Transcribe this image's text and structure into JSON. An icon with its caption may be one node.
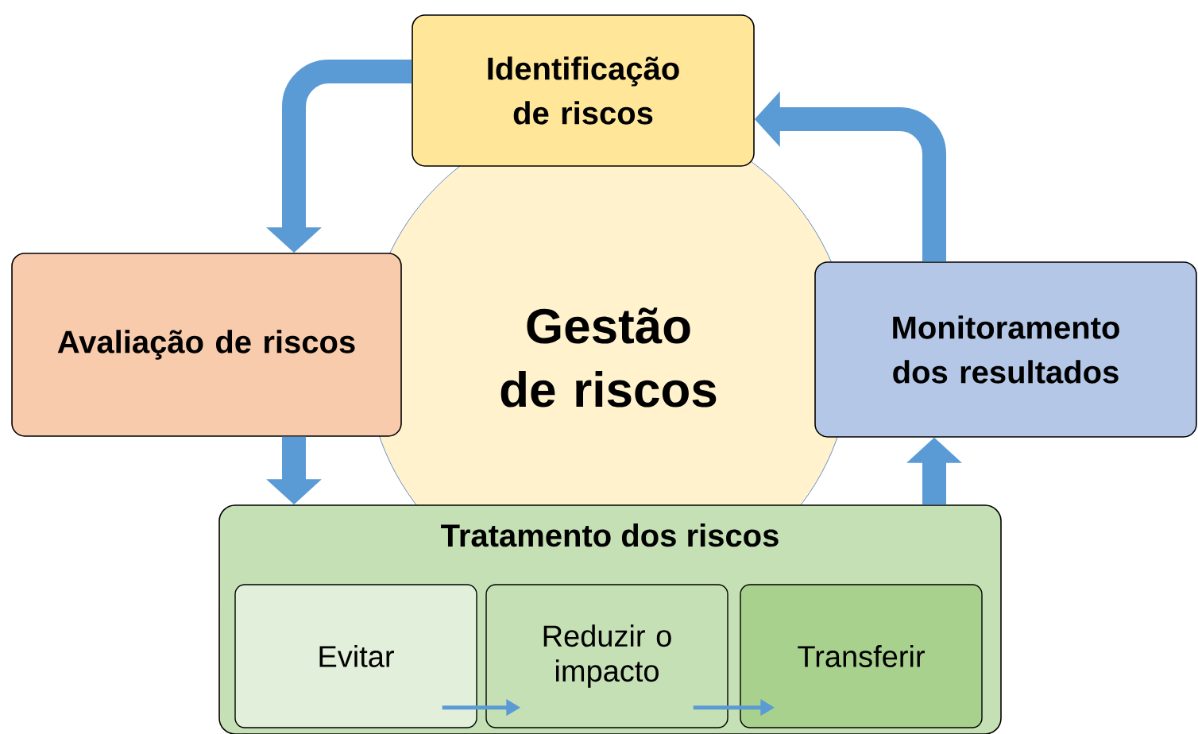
{
  "diagram": {
    "nodes": [
      {
        "text": [
          "Identificação de riscos"
        ]
      },
      {
        "text": [
          "Gestão de riscos"
        ]
      },
      {
        "text": [
          "Avaliação de riscos"
        ]
      },
      {
        "text": [
          "Monitoramento dos resultados"
        ]
      },
      {
        "text": [
          "Tratamento dos riscos"
        ]
      },
      {
        "text": [
          "Evitar"
        ],
        "in": 4
      },
      {
        "text": [
          "Reduzir o impacto"
        ],
        "in": 4
      },
      {
        "text": [
          "Transferir"
        ],
        "in": 4
      }
    ],
    "edges": [
      {
        "from": 0,
        "to": 2,
        "arrow": "to"
      },
      {
        "from": 2,
        "to": 4,
        "arrow": "to"
      },
      {
        "from": 4,
        "to": 3,
        "arrow": "to"
      },
      {
        "from": 3,
        "to": 0,
        "arrow": "to"
      },
      {
        "from": 5,
        "to": 6,
        "arrow": "to"
      },
      {
        "from": 6,
        "to": 7,
        "arrow": "to"
      }
    ]
  }
}
